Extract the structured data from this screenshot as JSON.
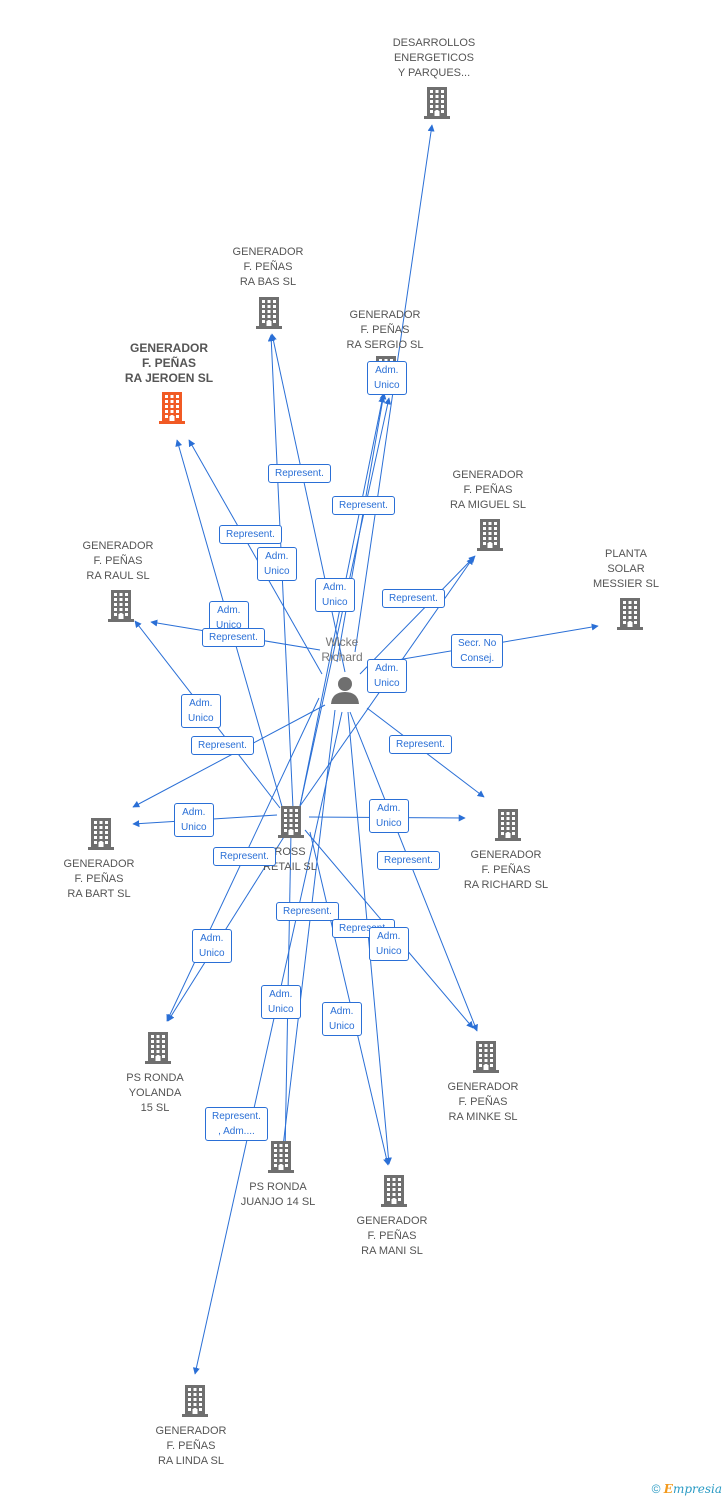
{
  "colors": {
    "edge": "#2a6fd6",
    "node": "#6f6f6f",
    "highlight": "#f15a24",
    "label": "#555555"
  },
  "center": {
    "name_lines": [
      "Wicke",
      "Richard"
    ],
    "icon": "person-icon"
  },
  "companies": [
    {
      "id": "desarrollos",
      "lines": [
        "DESARROLLOS",
        "ENERGETICOS",
        "Y PARQUES..."
      ]
    },
    {
      "id": "bas",
      "lines": [
        "GENERADOR",
        "F. PEÑAS",
        "RA BAS SL"
      ]
    },
    {
      "id": "jeroen",
      "lines": [
        "GENERADOR",
        "F. PEÑAS",
        "RA JEROEN SL"
      ],
      "highlight": true
    },
    {
      "id": "sergio",
      "lines": [
        "GENERADOR",
        "F. PEÑAS",
        "RA SERGIO SL"
      ]
    },
    {
      "id": "miguel",
      "lines": [
        "GENERADOR",
        "F. PEÑAS",
        "RA MIGUEL SL"
      ]
    },
    {
      "id": "raul",
      "lines": [
        "GENERADOR",
        "F. PEÑAS",
        "RA RAUL SL"
      ]
    },
    {
      "id": "messier",
      "lines": [
        "PLANTA",
        "SOLAR",
        "MESSIER SL"
      ]
    },
    {
      "id": "bart",
      "lines": [
        "GENERADOR",
        "F. PEÑAS",
        "RA BART SL"
      ]
    },
    {
      "id": "ross",
      "lines": [
        "ROSS",
        "RETAIL SL"
      ]
    },
    {
      "id": "richard",
      "lines": [
        "GENERADOR",
        "F. PEÑAS",
        "RA RICHARD SL"
      ]
    },
    {
      "id": "yolanda",
      "lines": [
        "PS RONDA",
        "YOLANDA",
        "15 SL"
      ]
    },
    {
      "id": "minke",
      "lines": [
        "GENERADOR",
        "F. PEÑAS",
        "RA MINKE SL"
      ]
    },
    {
      "id": "juanjo",
      "lines": [
        "PS RONDA",
        "JUANJO 14 SL"
      ]
    },
    {
      "id": "mani",
      "lines": [
        "GENERADOR",
        "F. PEÑAS",
        "RA MANI SL"
      ]
    },
    {
      "id": "linda",
      "lines": [
        "GENERADOR",
        "F. PEÑAS",
        "RA LINDA SL"
      ]
    }
  ],
  "edge_labels": [
    {
      "lines": [
        "Adm.",
        "Unico"
      ]
    },
    {
      "lines": [
        "Represent."
      ]
    },
    {
      "lines": [
        "Represent."
      ]
    },
    {
      "lines": [
        "Represent."
      ]
    },
    {
      "lines": [
        "Adm.",
        "Unico"
      ]
    },
    {
      "lines": [
        "Adm.",
        "Unico"
      ]
    },
    {
      "lines": [
        "Represent."
      ]
    },
    {
      "lines": [
        "Adm.",
        "Unico"
      ]
    },
    {
      "lines": [
        "Represent."
      ]
    },
    {
      "lines": [
        "Secr. No",
        "Consej."
      ]
    },
    {
      "lines": [
        "Adm.",
        "Unico"
      ]
    },
    {
      "lines": [
        "Adm.",
        "Unico"
      ]
    },
    {
      "lines": [
        "Represent."
      ]
    },
    {
      "lines": [
        "Represent."
      ]
    },
    {
      "lines": [
        "Adm.",
        "Unico"
      ]
    },
    {
      "lines": [
        "Adm.",
        "Unico"
      ]
    },
    {
      "lines": [
        "Represent."
      ]
    },
    {
      "lines": [
        "Represent."
      ]
    },
    {
      "lines": [
        "Represent."
      ]
    },
    {
      "lines": [
        "Represent."
      ]
    },
    {
      "lines": [
        "Adm.",
        "Unico"
      ]
    },
    {
      "lines": [
        "Adm.",
        "Unico"
      ]
    },
    {
      "lines": [
        "Adm.",
        "Unico"
      ]
    },
    {
      "lines": [
        "Adm.",
        "Unico"
      ]
    },
    {
      "lines": [
        "Represent.",
        ", Adm...."
      ]
    }
  ],
  "footer": {
    "copyright": "©",
    "brand_initial": "E",
    "brand_rest": "mpresia"
  }
}
